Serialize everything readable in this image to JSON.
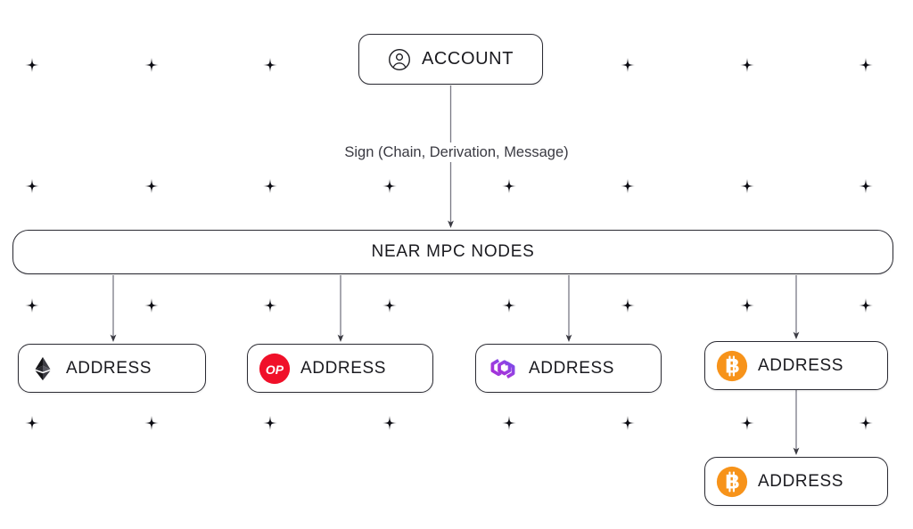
{
  "diagram": {
    "title": "NEAR Chain Signatures account to multichain addresses",
    "background": "#ffffff"
  },
  "nodes": {
    "account": {
      "label": "ACCOUNT",
      "icon": "user-circle-icon"
    },
    "mpc": {
      "label": "NEAR MPC NODES"
    },
    "addresses": [
      {
        "label": "ADDRESS",
        "icon": "ethereum-icon",
        "chain": "Ethereum",
        "color": "#2b2b33"
      },
      {
        "label": "ADDRESS",
        "icon": "optimism-icon",
        "chain": "Optimism",
        "color": "#ff0420"
      },
      {
        "label": "ADDRESS",
        "icon": "polygon-icon",
        "chain": "Polygon",
        "color": "#8247e5"
      },
      {
        "label": "ADDRESS",
        "icon": "bitcoin-icon",
        "chain": "Bitcoin",
        "color": "#f7931a"
      },
      {
        "label": "ADDRESS",
        "icon": "bitcoin-icon",
        "chain": "Bitcoin",
        "color": "#f7931a"
      }
    ]
  },
  "edges": {
    "sign_label": "Sign (Chain, Derivation, Message)"
  },
  "grid": {
    "marker": "four-point-star",
    "columns": [
      36,
      170,
      303,
      437,
      571,
      704,
      838,
      971
    ],
    "rows": [
      73,
      209,
      343,
      475
    ],
    "color": "#0d0d14"
  }
}
